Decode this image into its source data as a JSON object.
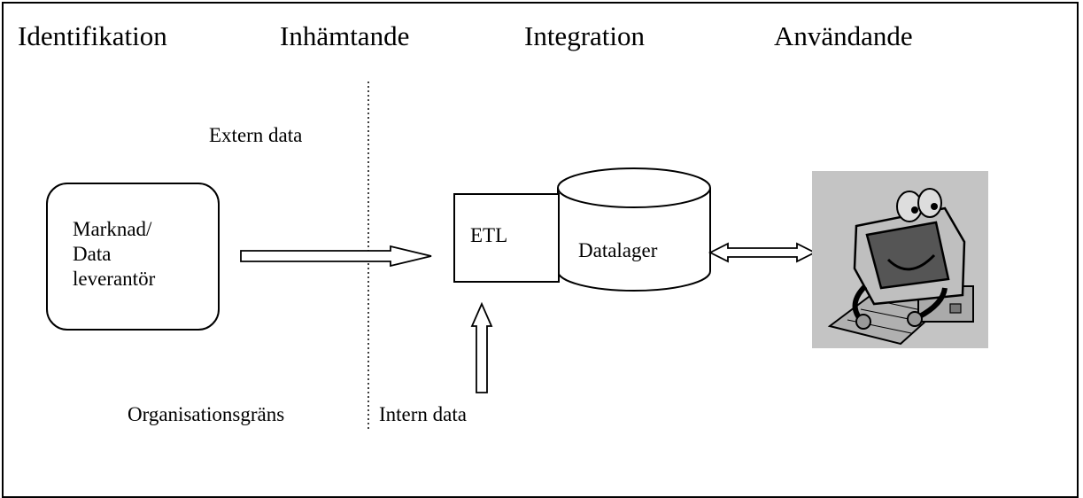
{
  "phases": {
    "identification": "Identifikation",
    "acquisition": "Inhämtande",
    "integration": "Integration",
    "usage": "Användande"
  },
  "labels": {
    "external_data": "Extern data",
    "internal_data": "Intern data",
    "org_boundary": "Organisationsgräns"
  },
  "market_box": {
    "line1": "Marknad/",
    "line2": "Data",
    "line3": "leverantör"
  },
  "etl": {
    "label": "ETL"
  },
  "warehouse": {
    "label": "Datalager"
  },
  "user": {
    "icon": "user-at-computer-icon"
  }
}
